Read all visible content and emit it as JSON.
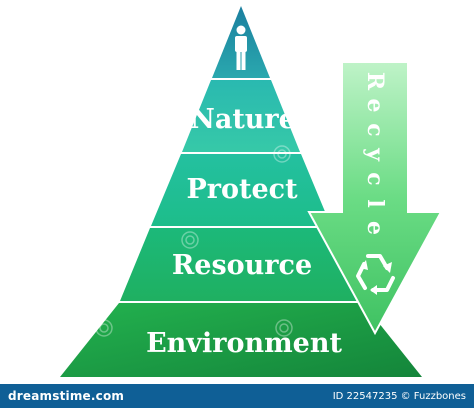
{
  "pyramid": {
    "tiers": [
      {
        "label": "Nature"
      },
      {
        "label": "Protect"
      },
      {
        "label": "Resource"
      },
      {
        "label": "Environment"
      }
    ]
  },
  "arrow": {
    "label": "Recycle",
    "icon": "recycle-icon"
  },
  "apex_icon": "person-icon",
  "colors": {
    "tier_top": "#1f8aa6",
    "tier_upper": "#2fc3b1",
    "tier_middle": "#1fbf86",
    "tier_lower": "#22b45f",
    "tier_bottom": "#18963f",
    "arrow": "#57d676",
    "footer": "#0f5f96"
  },
  "footer": {
    "brand": "dreamstime.com",
    "credit": "ID 22547235 © Fuzzbones"
  }
}
